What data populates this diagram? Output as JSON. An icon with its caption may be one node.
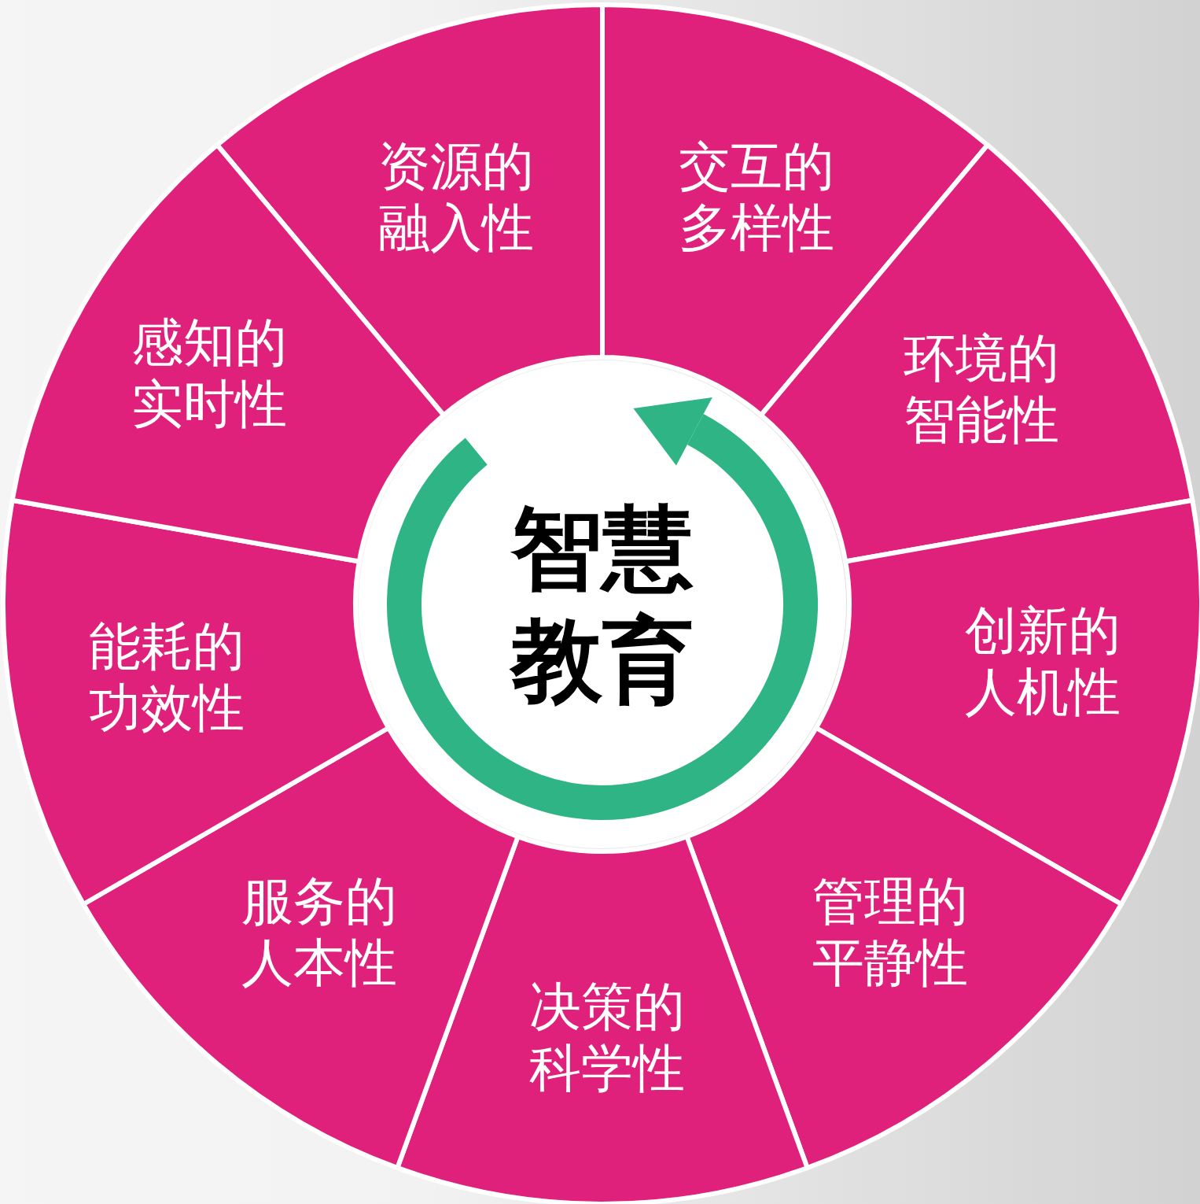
{
  "diagram": {
    "nodes": [
      {
        "text": [
          "智慧教育"
        ]
      },
      {
        "text": [
          "资源的融入性"
        ]
      },
      {
        "text": [
          "交互的多样性"
        ]
      },
      {
        "text": [
          "环境的智能性"
        ]
      },
      {
        "text": [
          "创新的人机性"
        ]
      },
      {
        "text": [
          "管理的平静性"
        ]
      },
      {
        "text": [
          "决策的科学性"
        ]
      },
      {
        "text": [
          "服务的人本性"
        ]
      },
      {
        "text": [
          "能耗的功效性"
        ]
      },
      {
        "text": [
          "感知的实时性"
        ]
      }
    ]
  }
}
